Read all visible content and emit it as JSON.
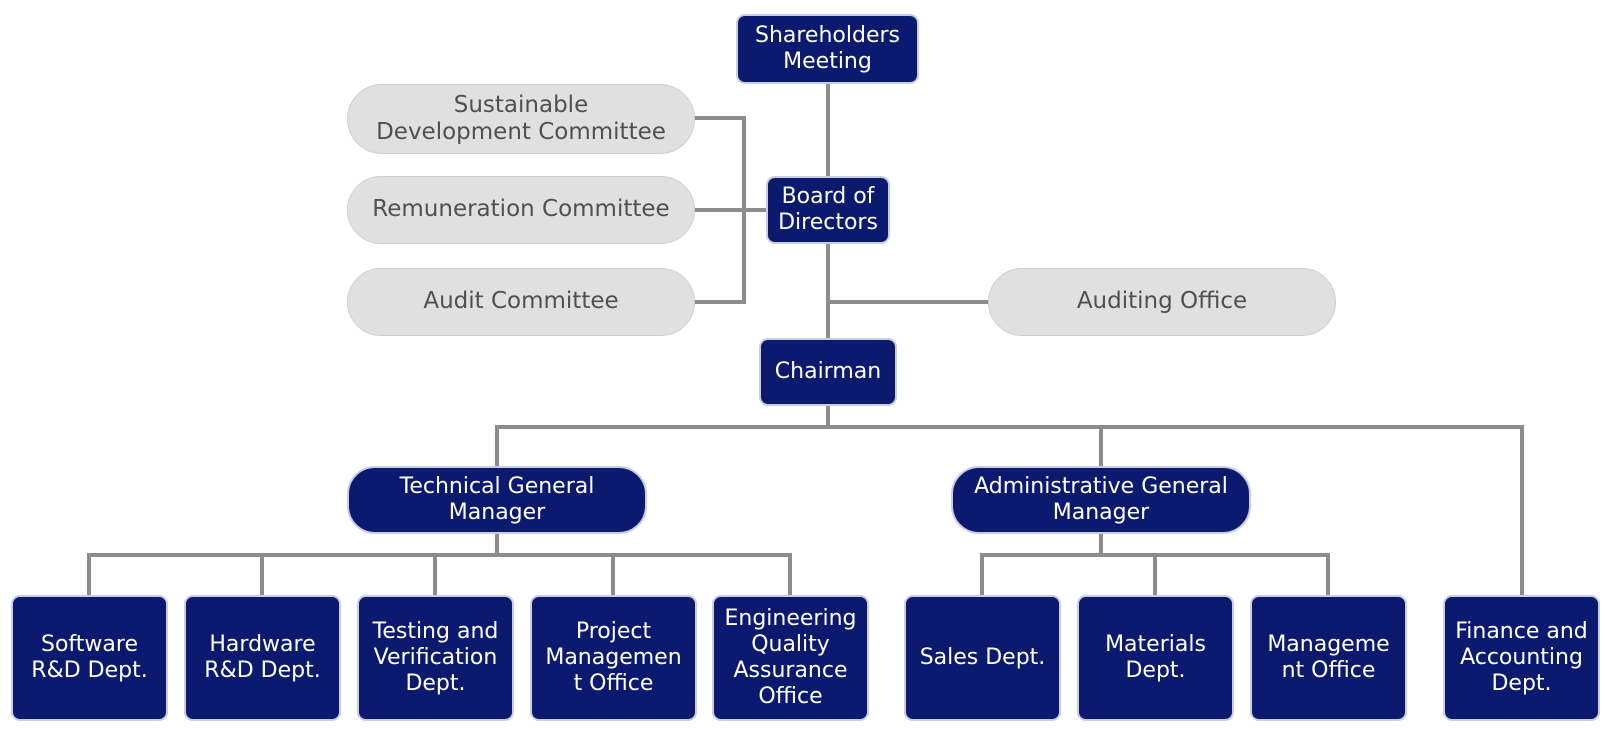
{
  "nodes": {
    "shareholders": "Shareholders\nMeeting",
    "board": "Board of\nDirectors",
    "sustainable": "Sustainable\nDevelopment Committee",
    "remuneration": "Remuneration Committee",
    "audit_committee": "Audit Committee",
    "auditing_office": "Auditing Office",
    "chairman": "Chairman",
    "technical_gm": "Technical General\nManager",
    "administrative_gm": "Administrative General\nManager",
    "software": "Software\nR&D Dept.",
    "hardware": "Hardware\nR&D Dept.",
    "testing": "Testing and\nVerification\nDept.",
    "pmo": "Project\nManagemen\nt Office",
    "eqa": "Engineering\nQuality\nAssurance\nOffice",
    "sales": "Sales Dept.",
    "materials": "Materials\nDept.",
    "management_office": "Manageme\nnt Office",
    "finance": "Finance and\nAccounting\nDept."
  },
  "colors": {
    "node_fill": "#0b1a6e",
    "committee_fill": "#e0e0e0",
    "connector": "#8c8c8c"
  }
}
